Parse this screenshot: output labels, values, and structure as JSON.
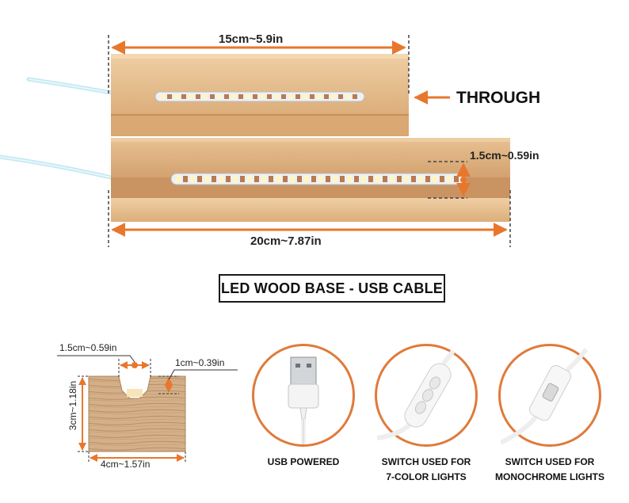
{
  "top_dimension": "15cm~5.9in",
  "through_label": "THROUGH",
  "slot_height": "1.5cm~0.59in",
  "bottom_dimension": "20cm~7.87in",
  "title": "LED WOOD BASE - USB CABLE",
  "cross_section": {
    "slot_width": "1.5cm~0.59in",
    "slot_depth": "1cm~0.39in",
    "height": "3cm~1.18in",
    "width": "4cm~1.57in"
  },
  "features": [
    {
      "line1": "USB POWERED",
      "line2": ""
    },
    {
      "line1": "SWITCH USED FOR",
      "line2": "7-COLOR LIGHTS"
    },
    {
      "line1": "SWITCH USED FOR",
      "line2": "MONOCHROME LIGHTS"
    }
  ],
  "colors": {
    "accent": "#e8772e",
    "wood": "#e2b889",
    "cable": "#bfe7f2"
  }
}
